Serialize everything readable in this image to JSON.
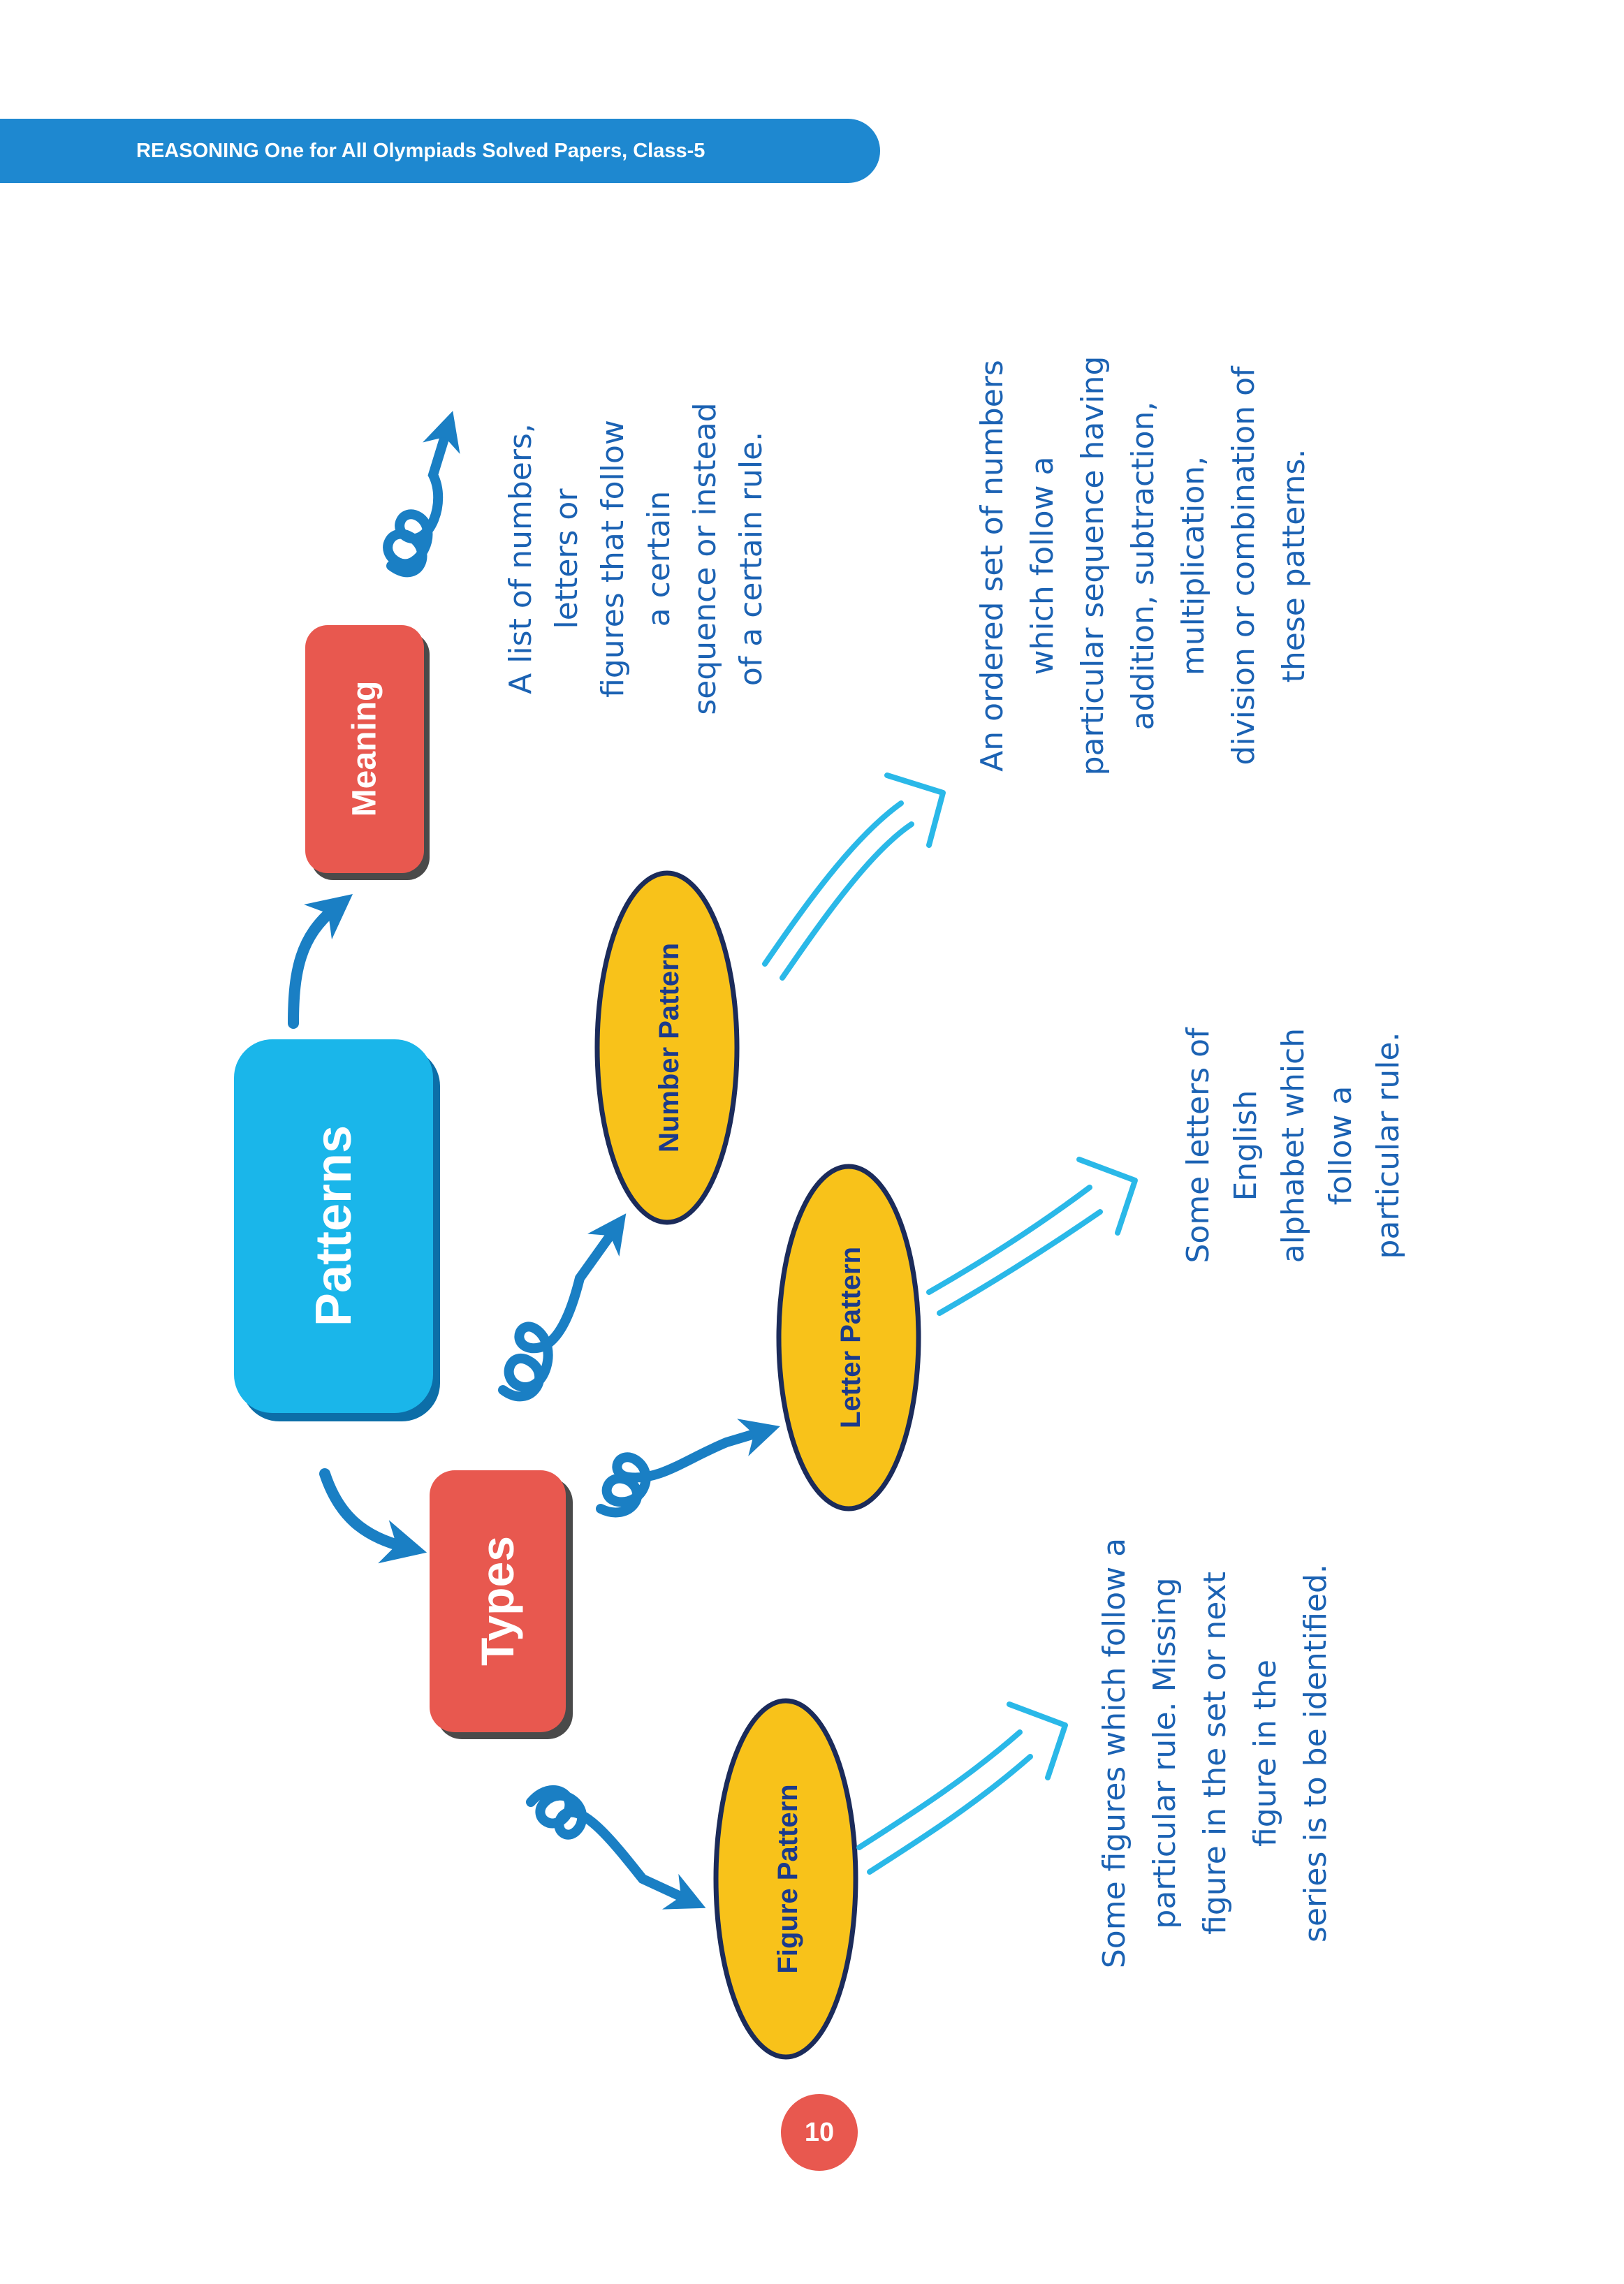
{
  "header": {
    "title": "REASONING One for All Olympiads Solved Papers, Class-5"
  },
  "diagram": {
    "root": "Patterns",
    "branches": {
      "meaning": {
        "label": "Meaning",
        "description_lines": [
          "A list of numbers,",
          "letters or",
          "figures that follow",
          "a certain",
          "sequence or instead",
          "of a certain rule."
        ]
      },
      "types": {
        "label": "Types",
        "children": [
          {
            "label": "Number Pattern",
            "description_lines": [
              "An ordered set of numbers",
              "which follow a",
              "particular sequence having",
              "addition, subtraction,",
              "multiplication,",
              "division or combination of",
              "these patterns."
            ]
          },
          {
            "label": "Letter Pattern",
            "description_lines": [
              "Some letters of",
              "English",
              "alphabet which",
              "follow a",
              "particular rule."
            ]
          },
          {
            "label": "Figure Pattern",
            "description_lines": [
              "Some figures which follow a",
              "particular rule. Missing",
              "figure in the set or next",
              "figure in the",
              "series is to be identified."
            ]
          }
        ]
      }
    }
  },
  "page_number": "10",
  "colors": {
    "header_band": "#1e88d0",
    "root_box": "#1ab6ea",
    "red_box": "#e8584f",
    "yellow_oval": "#f8c21a",
    "dark_blue_arrow": "#1a7fc4",
    "light_blue_arrow": "#2ab8e8",
    "text_blue": "#1b62b3",
    "badge": "#e8584f"
  }
}
